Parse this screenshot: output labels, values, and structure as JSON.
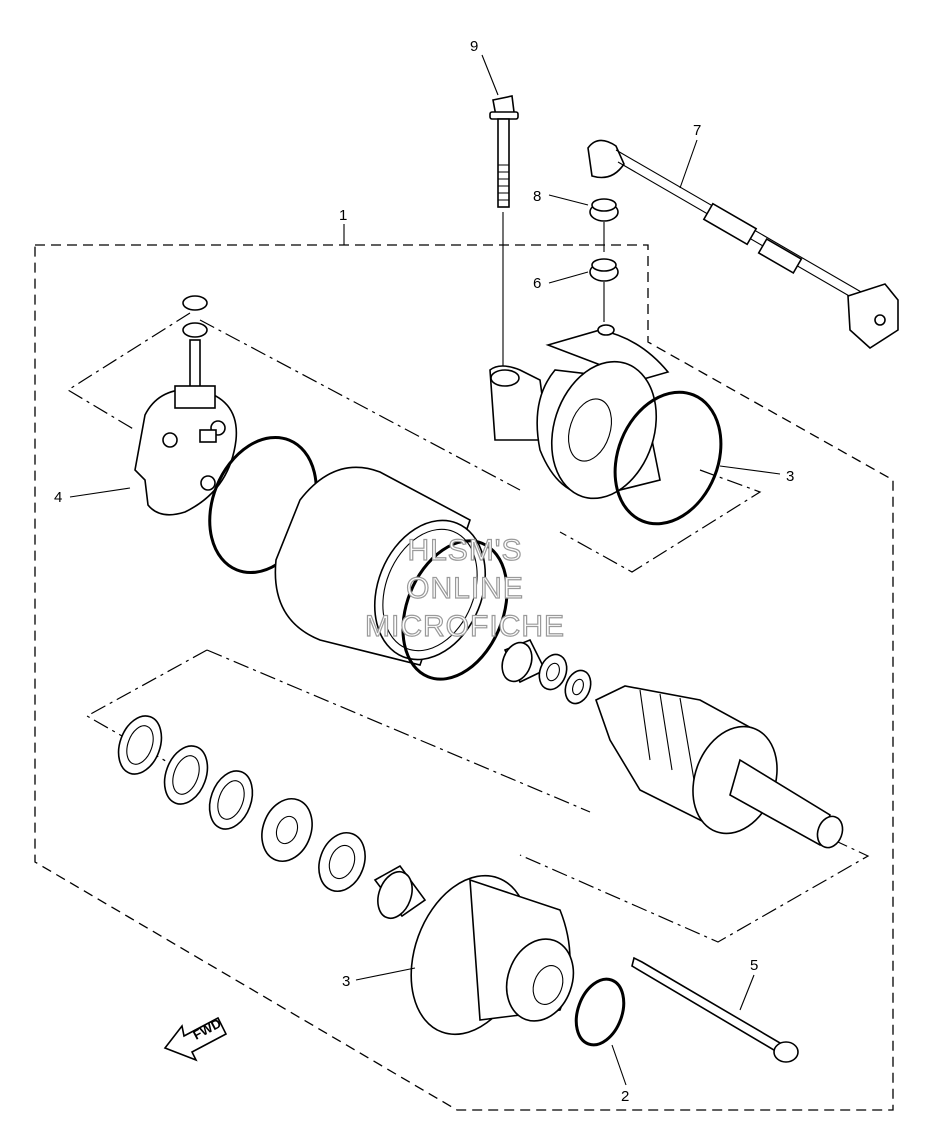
{
  "diagram": {
    "callouts": [
      {
        "id": "1",
        "label": "1"
      },
      {
        "id": "2",
        "label": "2"
      },
      {
        "id": "3a",
        "label": "3"
      },
      {
        "id": "3b",
        "label": "3"
      },
      {
        "id": "4",
        "label": "4"
      },
      {
        "id": "5",
        "label": "5"
      },
      {
        "id": "6",
        "label": "6"
      },
      {
        "id": "7",
        "label": "7"
      },
      {
        "id": "8",
        "label": "8"
      },
      {
        "id": "9",
        "label": "9"
      }
    ],
    "watermark": [
      "HLSM'S",
      "ONLINE",
      "MICROFICHE"
    ],
    "direction_label": "FWD"
  }
}
